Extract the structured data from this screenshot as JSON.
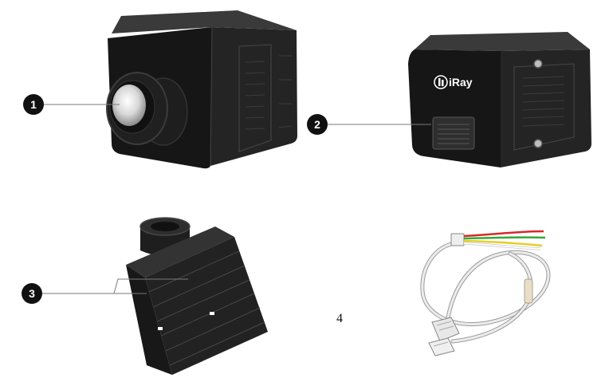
{
  "callouts": {
    "c1": "1",
    "c2": "2",
    "c3": "3",
    "c4": "4"
  },
  "logo": {
    "text": "iRay"
  },
  "colors": {
    "callout_fill": "#111111",
    "leader_line": "#7a7a7a",
    "wire_red": "#d42a2a",
    "wire_green": "#3aa63a",
    "wire_yellow": "#e3cf28",
    "wire_white": "#ffffff"
  }
}
